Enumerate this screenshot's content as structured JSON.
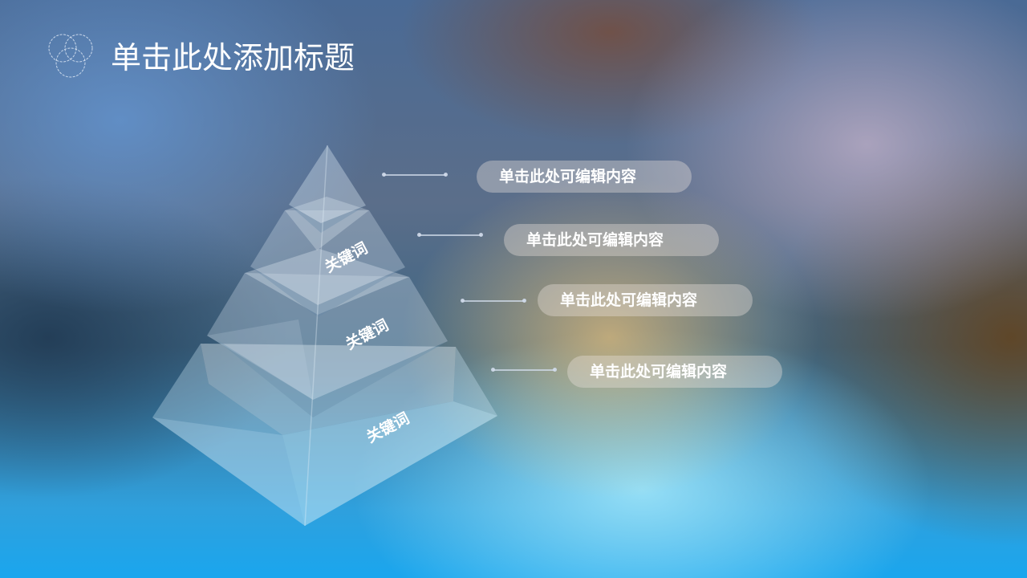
{
  "slide": {
    "title": "单击此处添加标题",
    "title_icon": "overlapping-circles-icon"
  },
  "pyramid": {
    "keywords": [
      "关键词",
      "关键词",
      "关键词"
    ]
  },
  "items": [
    {
      "label": "单击此处可编辑内容"
    },
    {
      "label": "单击此处可编辑内容"
    },
    {
      "label": "单击此处可编辑内容"
    },
    {
      "label": "单击此处可编辑内容"
    }
  ],
  "colors": {
    "pill_fill": "rgba(235,225,220,0.38)",
    "text": "#ffffff",
    "bottom_blue": "#1aa6ee"
  }
}
